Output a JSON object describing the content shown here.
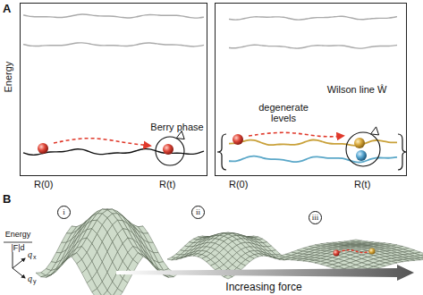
{
  "diagram": {
    "nodes": [
      {
        "text": [
          "Berry phase"
        ]
      },
      {
        "text": [
          "degenerate levels",
          "Wilson line Ŵ"
        ]
      },
      {
        "text": [
          "i"
        ]
      },
      {
        "text": [
          "ii"
        ]
      },
      {
        "text": [
          "iii"
        ]
      }
    ],
    "labels": [
      "A",
      "Energy",
      "R(0)",
      "R(t)",
      "R(0)",
      "R(t)",
      "B",
      "Energy",
      "|F|d",
      "q",
      "x",
      "q",
      "y",
      "Increasing force"
    ]
  }
}
